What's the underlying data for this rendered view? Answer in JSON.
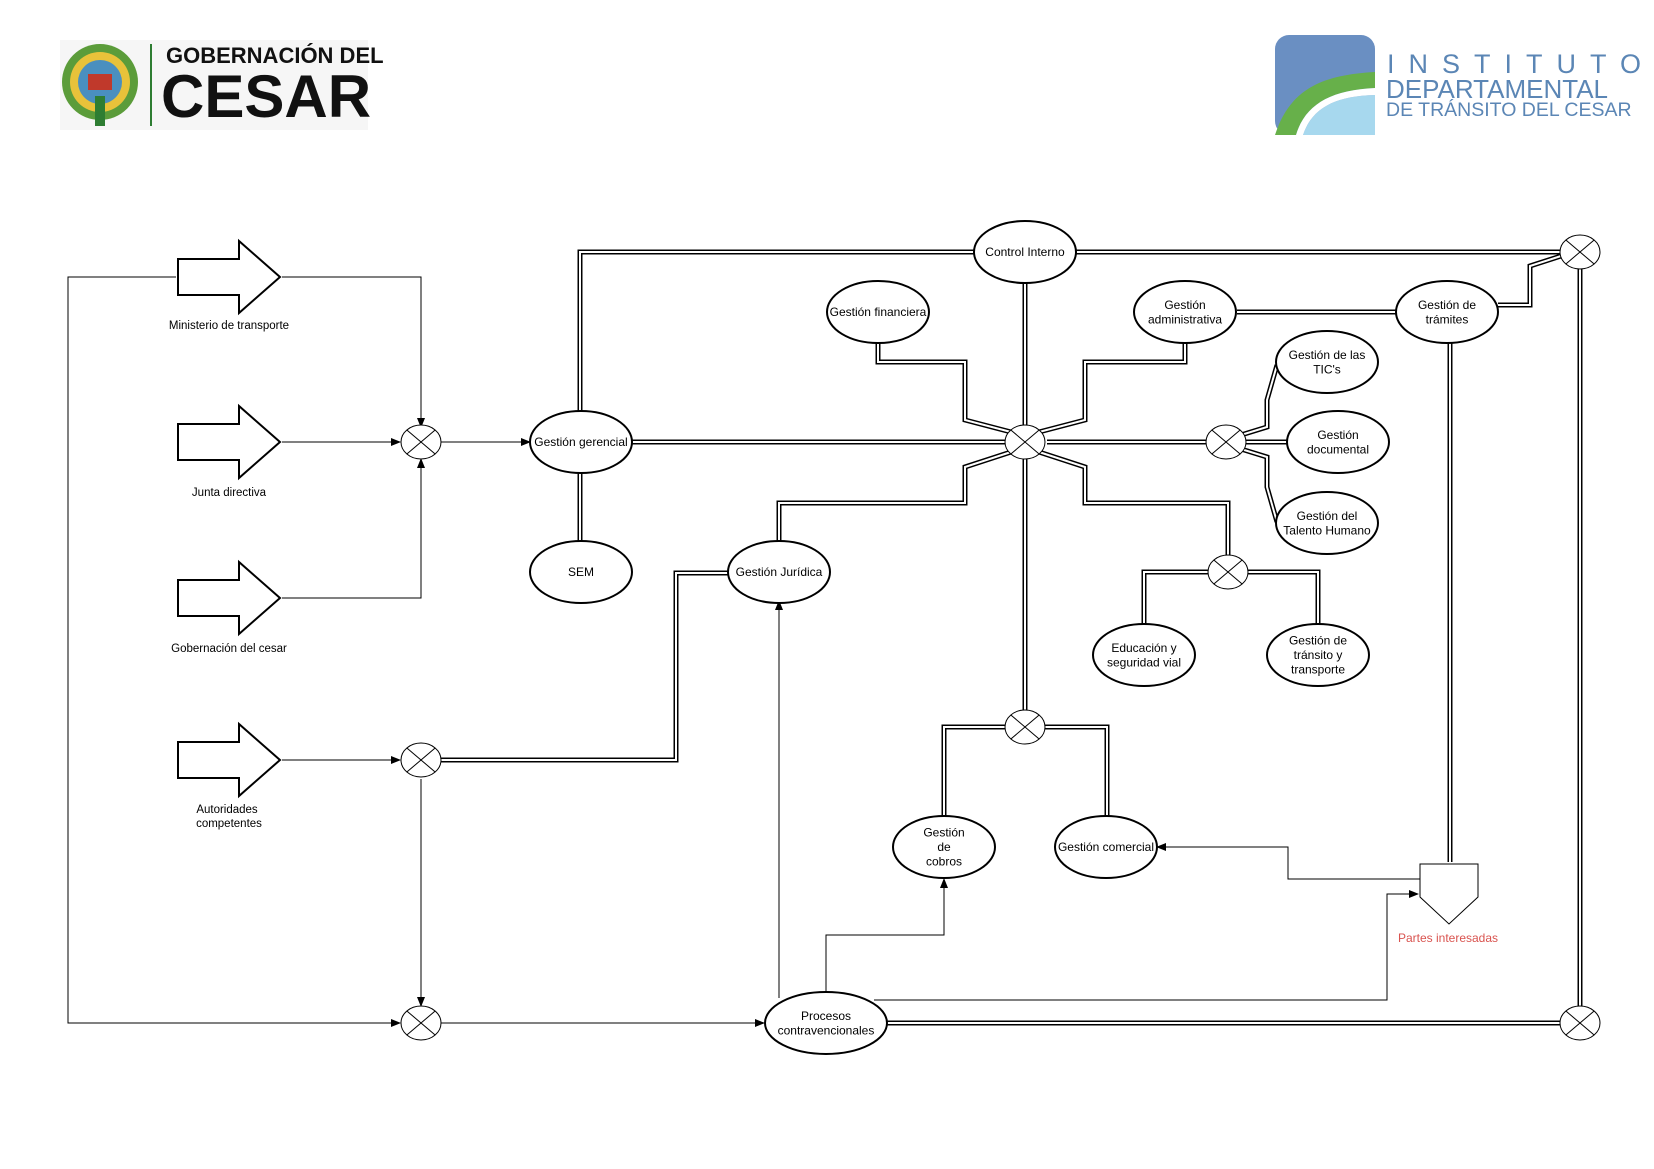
{
  "logos": {
    "left": {
      "line1": "GOBERNACIÓN DEL",
      "line2": "CESAR"
    },
    "right": {
      "line1": "INSTITUTO",
      "line2": "DEPARTAMENTAL",
      "line3": "DE TRÁNSITO DEL CESAR"
    }
  },
  "external": {
    "ministerio": "Ministerio de transporte",
    "junta": "Junta directiva",
    "gobernacion": "Gobernación del cesar",
    "autoridades": [
      "Autoridades",
      "competentes"
    ]
  },
  "nodes": {
    "control_interno": [
      "Control Interno"
    ],
    "gestion_financiera": [
      "Gestión financiera"
    ],
    "gestion_administrativa": [
      "Gestión",
      "administrativa"
    ],
    "gestion_tramites": [
      "Gestión de",
      "trámites"
    ],
    "gestion_tics": [
      "Gestión de las",
      "TIC's"
    ],
    "gestion_documental": [
      "Gestión",
      "documental"
    ],
    "gestion_talento": [
      "Gestión del",
      "Talento Humano"
    ],
    "gestion_gerencial": [
      "Gestión gerencial"
    ],
    "sem": [
      "SEM"
    ],
    "gestion_juridica": [
      "Gestión Jurídica"
    ],
    "educacion": [
      "Educación y",
      "seguridad vial"
    ],
    "gestion_transito": [
      "Gestión de",
      "tránsito y",
      "transporte"
    ],
    "gestion_cobros": [
      "Gestión",
      "de",
      "cobros"
    ],
    "gestion_comercial": [
      "Gestión comercial"
    ],
    "procesos": [
      "Procesos",
      "contravencionales"
    ]
  },
  "partes_interesadas": "Partes interesadas",
  "colors": {
    "line": "#000000",
    "accent_red": "#d9534f",
    "logo_blue": "#5b86b5",
    "logo_green": "#67b04a"
  }
}
